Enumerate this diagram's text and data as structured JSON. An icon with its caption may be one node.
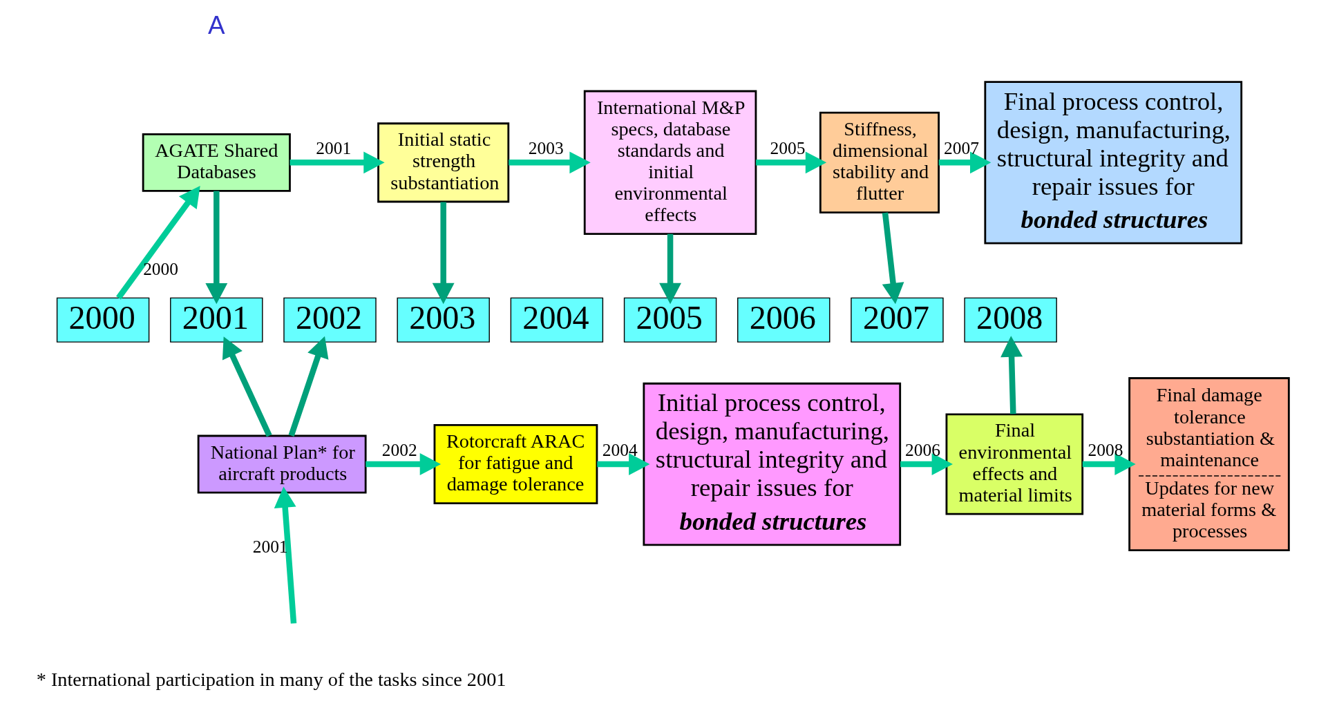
{
  "diagram": {
    "nodes": [
      {
        "text": [
          "AGATE Shared Databases"
        ]
      },
      {
        "text": [
          "Initial static strength substantiation"
        ]
      },
      {
        "text": [
          "International M&P specs, database standards and initial environmental effects"
        ]
      },
      {
        "text": [
          "Stiffness, dimensional stability and flutter"
        ]
      },
      {
        "text": [
          "Final process control, design, manufacturing, structural integrity and repair issues for",
          "bonded structures"
        ]
      },
      {
        "text": [
          "2000"
        ]
      },
      {
        "text": [
          "2001"
        ]
      },
      {
        "text": [
          "2002"
        ]
      },
      {
        "text": [
          "2003"
        ]
      },
      {
        "text": [
          "2004"
        ]
      },
      {
        "text": [
          "2005"
        ]
      },
      {
        "text": [
          "2006"
        ]
      },
      {
        "text": [
          "2007"
        ]
      },
      {
        "text": [
          "2008"
        ]
      },
      {
        "text": [
          "National Plan* for aircraft products"
        ]
      },
      {
        "text": [
          "Rotorcraft ARAC for fatigue and damage tolerance"
        ]
      },
      {
        "text": [
          "Initial process control, design, manufacturing, structural integrity and repair issues for",
          "bonded structures"
        ]
      },
      {
        "text": [
          "Final environmental effects and material limits"
        ]
      },
      {
        "text": [
          "Final damage tolerance substantiation & maintenance",
          "Updates for new material forms & processes"
        ]
      }
    ],
    "edges": [
      {
        "from": 5,
        "to": 0,
        "label": "2000",
        "arrow": "to"
      },
      {
        "from": 0,
        "to": 1,
        "label": "2001",
        "arrow": "to"
      },
      {
        "from": 1,
        "to": 2,
        "label": "2003",
        "arrow": "to"
      },
      {
        "from": 2,
        "to": 3,
        "label": "2005",
        "arrow": "to"
      },
      {
        "from": 3,
        "to": 4,
        "label": "2007",
        "arrow": "to"
      },
      {
        "from": 0,
        "to": 6,
        "arrow": "to",
        "color": "#00a07a"
      },
      {
        "from": 1,
        "to": 8,
        "arrow": "to",
        "color": "#00a07a"
      },
      {
        "from": 2,
        "to": 10,
        "arrow": "to",
        "color": "#00a07a"
      },
      {
        "from": 3,
        "to": 12,
        "arrow": "to",
        "color": "#00a07a"
      },
      {
        "from": 14,
        "to": 6,
        "arrow": "to",
        "color": "#00a07a"
      },
      {
        "from": 14,
        "to": 7,
        "arrow": "to",
        "color": "#00a07a"
      },
      {
        "from": null,
        "to": 14,
        "label": "2001",
        "arrow": "to"
      },
      {
        "from": 14,
        "to": 15,
        "label": "2002",
        "arrow": "to"
      },
      {
        "from": 15,
        "to": 16,
        "label": "2004",
        "arrow": "to"
      },
      {
        "from": 16,
        "to": 17,
        "label": "2006",
        "arrow": "to"
      },
      {
        "from": 17,
        "to": 18,
        "label": "2008",
        "arrow": "to"
      },
      {
        "from": 17,
        "to": 13,
        "arrow": "to",
        "color": "#00a07a"
      }
    ],
    "labels": [
      "A",
      "* International participation in many of the tasks since 2001"
    ]
  }
}
